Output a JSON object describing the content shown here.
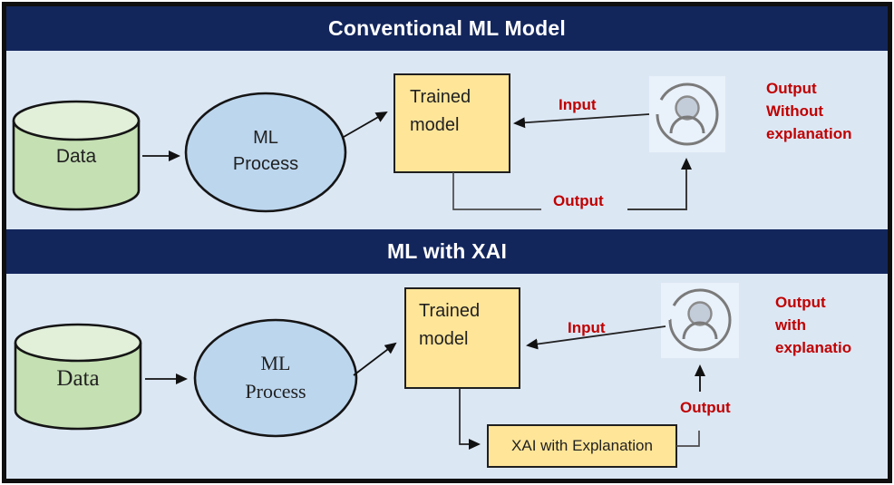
{
  "colors": {
    "header_navy": "#13265c",
    "panel_blue": "#dce7f4",
    "cylinder_green": "#c5e0b3",
    "cylinder_top_green": "#e2efd9",
    "ellipse_blue": "#bcd6ee",
    "box_yellow": "#ffe598",
    "label_red": "#c00000",
    "header_text": "#ffffff",
    "person_bg": "#e9f1fa",
    "person_gray": "#7a7a7a"
  },
  "icons": {
    "person": "user-icon"
  },
  "top_section": {
    "header": "Conventional ML Model",
    "data_label": "Data",
    "process_label": "ML\nProcess",
    "trained_model_label": "Trained\nmodel",
    "input_label": "Input",
    "output_label": "Output",
    "note": "Output\nWithout\nexplanation"
  },
  "bottom_section": {
    "header": "ML with XAI",
    "data_label": "Data",
    "process_label": "ML\nProcess",
    "trained_model_label": "Trained\nmodel",
    "input_label": "Input",
    "output_label": "Output",
    "xai_box_label": "XAI with Explanation",
    "note": "Output\nwith\nexplanatio"
  }
}
